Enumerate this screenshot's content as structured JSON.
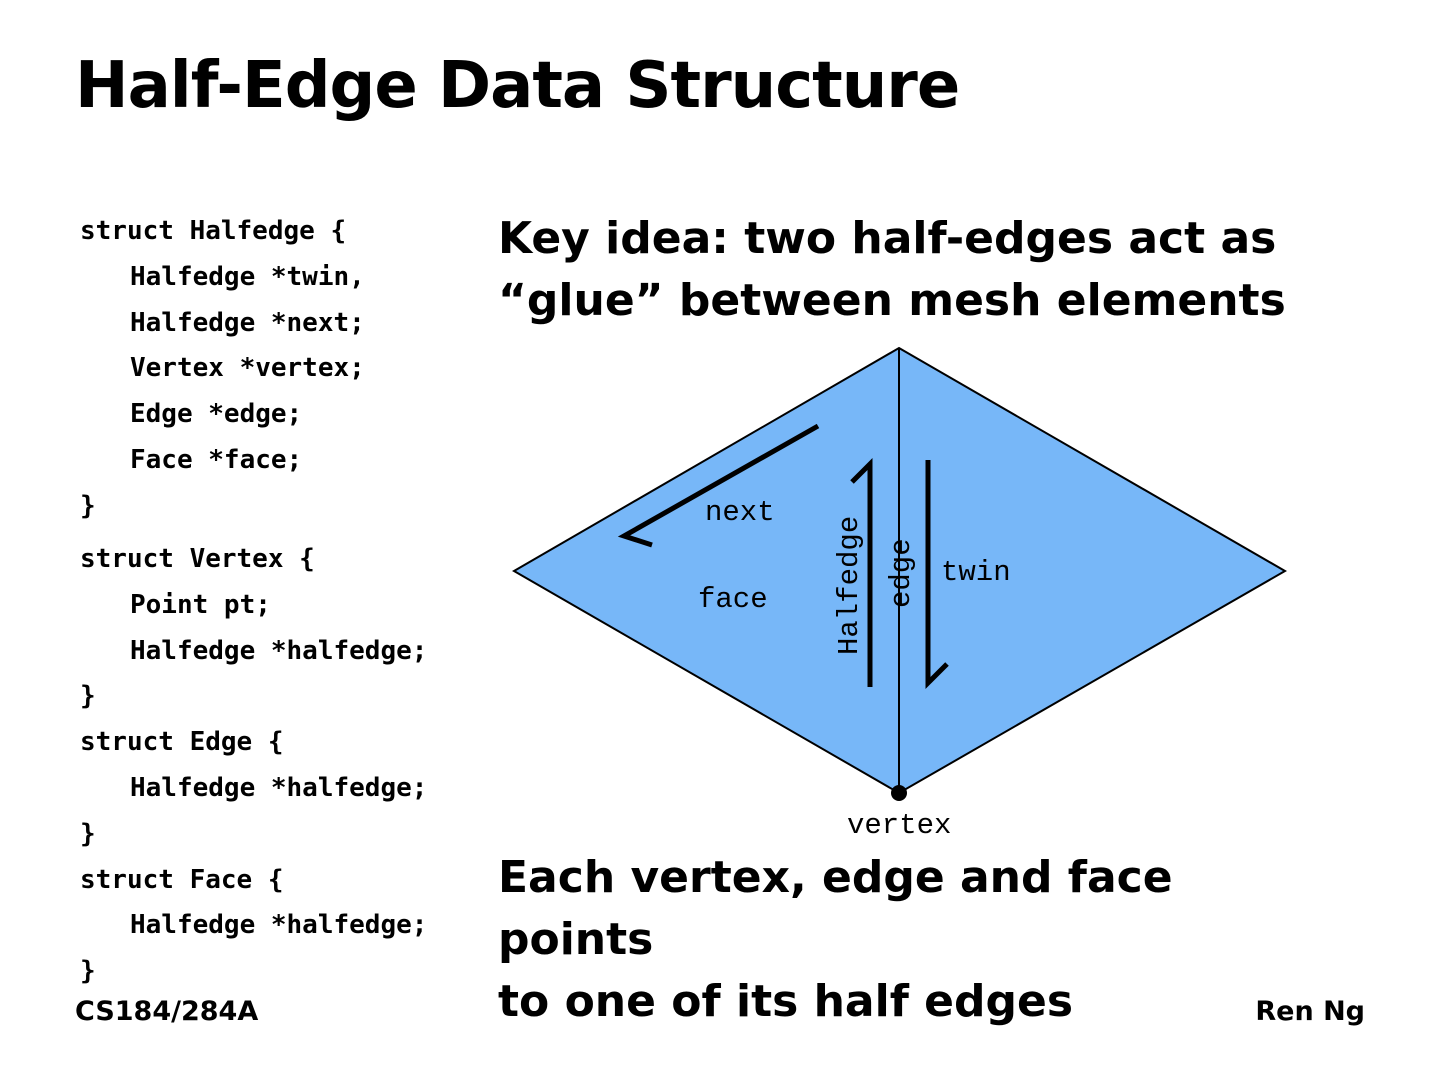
{
  "title": "Half-Edge Data Structure",
  "code_blocks": [
    {
      "lines": [
        {
          "text": "struct Halfedge {",
          "indent": false
        },
        {
          "text": "Halfedge *twin,",
          "indent": true
        },
        {
          "text": "Halfedge *next;",
          "indent": true
        },
        {
          "text": "Vertex *vertex;",
          "indent": true
        },
        {
          "text": "Edge *edge;",
          "indent": true
        },
        {
          "text": "Face *face;",
          "indent": true
        },
        {
          "text": "}",
          "indent": false
        }
      ]
    },
    {
      "lines": [
        {
          "text": "struct Vertex {",
          "indent": false
        },
        {
          "text": "Point pt;",
          "indent": true
        },
        {
          "text": "Halfedge *halfedge;",
          "indent": true
        },
        {
          "text": "}",
          "indent": false
        },
        {
          "text": "struct Edge {",
          "indent": false
        },
        {
          "text": "Halfedge *halfedge;",
          "indent": true
        },
        {
          "text": "}",
          "indent": false
        },
        {
          "text": "struct Face {",
          "indent": false
        },
        {
          "text": "Halfedge *halfedge;",
          "indent": true
        },
        {
          "text": "}",
          "indent": false
        }
      ]
    }
  ],
  "key_idea": {
    "line1": "Key idea: two half-edges act as",
    "line2": "“glue” between mesh elements"
  },
  "diagram": {
    "fill_color": "#77b7f8",
    "labels": {
      "next": "next",
      "face": "face",
      "halfedge": "Halfedge",
      "edge": "edge",
      "twin": "twin",
      "vertex": "vertex"
    }
  },
  "bottom_text": {
    "line1": "Each vertex, edge and face points",
    "line2": "to one of its half edges"
  },
  "footer": {
    "course": "CS184/284A",
    "author": "Ren Ng"
  }
}
